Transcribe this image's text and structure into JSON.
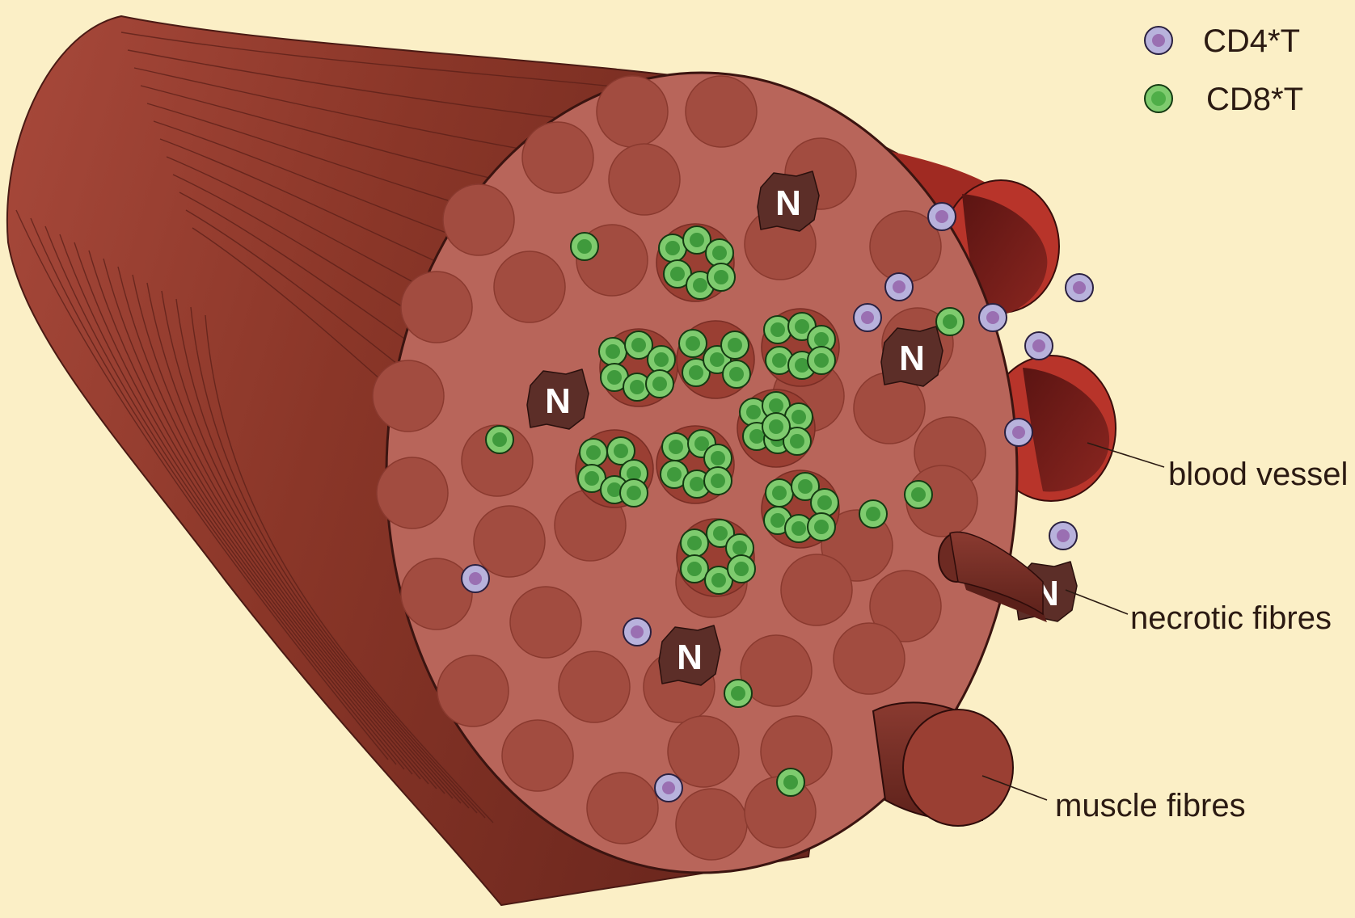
{
  "legend": {
    "cd4_label": "CD4*T",
    "cd8_label": "CD8*T"
  },
  "labels": {
    "blood_vessel": "blood vessel",
    "necrotic_fibres": "necrotic fibres",
    "muscle_fibres": "muscle fibres"
  },
  "necrotic_marker": "N",
  "colors": {
    "background": "#fbefc6",
    "muscle_outer": "#8c3a2e",
    "muscle_dark": "#6b2720",
    "cross_section": "#b8655a",
    "fibre": "#a24c40",
    "cd4_fill": "#b8b2dc",
    "cd4_nucleus": "#9a6fb2",
    "cd8_fill": "#7ecb6e",
    "cd8_nucleus": "#3f9a3c",
    "necrotic": "#5c2e28",
    "vessel": "#b8342a",
    "vessel_inner": "#6e1a16"
  }
}
